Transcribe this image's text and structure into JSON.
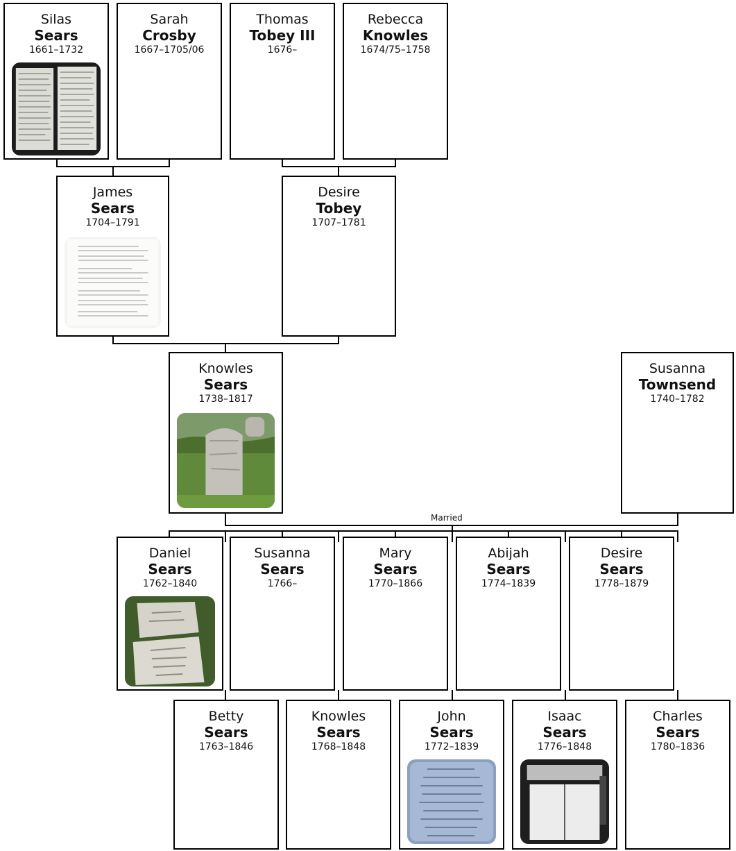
{
  "people": {
    "silas": {
      "given": "Silas",
      "surname": "Sears",
      "dates": "1661–1732",
      "photo": "document"
    },
    "sarah": {
      "given": "Sarah",
      "surname": "Crosby",
      "dates": "1667–1705/06"
    },
    "thomas": {
      "given": "Thomas",
      "surname": "Tobey III",
      "dates": "1676–"
    },
    "rebecca": {
      "given": "Rebecca",
      "surname": "Knowles",
      "dates": "1674/75–1758"
    },
    "james": {
      "given": "James",
      "surname": "Sears",
      "dates": "1704–1791",
      "photo": "document"
    },
    "desire_t": {
      "given": "Desire",
      "surname": "Tobey",
      "dates": "1707–1781"
    },
    "knowles": {
      "given": "Knowles",
      "surname": "Sears",
      "dates": "1738–1817",
      "photo": "gravestone"
    },
    "susanna_t": {
      "given": "Susanna",
      "surname": "Townsend",
      "dates": "1740–1782"
    },
    "daniel": {
      "given": "Daniel",
      "surname": "Sears",
      "dates": "1762–1840",
      "photo": "gravestone"
    },
    "susanna_s": {
      "given": "Susanna",
      "surname": "Sears",
      "dates": "1766–"
    },
    "mary": {
      "given": "Mary",
      "surname": "Sears",
      "dates": "1770–1866"
    },
    "abijah": {
      "given": "Abijah",
      "surname": "Sears",
      "dates": "1774–1839"
    },
    "desire_s": {
      "given": "Desire",
      "surname": "Sears",
      "dates": "1778–1879"
    },
    "betty": {
      "given": "Betty",
      "surname": "Sears",
      "dates": "1763–1846"
    },
    "knowles2": {
      "given": "Knowles",
      "surname": "Sears",
      "dates": "1768–1848"
    },
    "john": {
      "given": "John",
      "surname": "Sears",
      "dates": "1772–1839",
      "photo": "gravestone"
    },
    "isaac": {
      "given": "Isaac",
      "surname": "Sears",
      "dates": "1776–1848",
      "photo": "document"
    },
    "charles": {
      "given": "Charles",
      "surname": "Sears",
      "dates": "1780–1836"
    }
  },
  "marriage_label": "Married"
}
